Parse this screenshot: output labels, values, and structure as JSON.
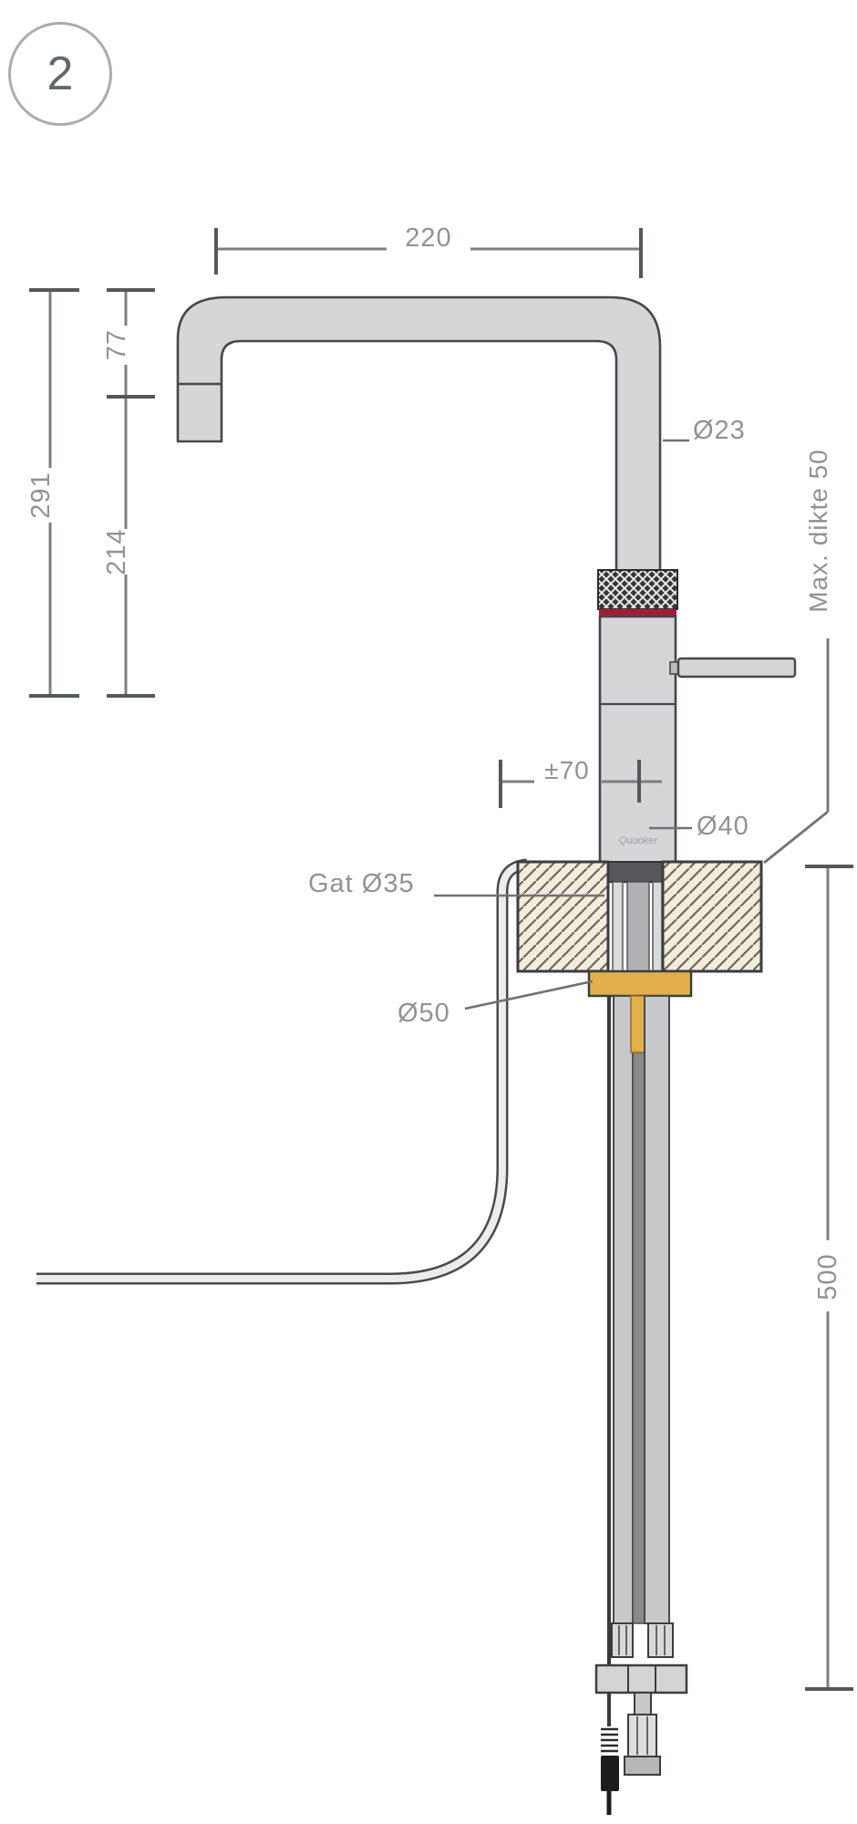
{
  "badge": {
    "step_number": "2"
  },
  "brand": {
    "logo_text": "Quooker"
  },
  "diagram": {
    "type": "faucet installation dimension drawing",
    "dimensions": {
      "spout_reach": "220",
      "spout_drop": "77",
      "height_above_counter": "291",
      "body_height": "214",
      "spout_tube_diameter": "Ø23",
      "max_counter_thickness": "Max. dikte 50",
      "handle_offset": "±70",
      "body_diameter": "Ø40",
      "hole_diameter": "Gat Ø35",
      "washer_diameter": "Ø50",
      "hose_length_below_counter": "500"
    }
  },
  "colors": {
    "steel_fill": "#d4d6d8",
    "outline": "#45484a",
    "dimension_grey": "#8f9396",
    "red_ring": "#a01e35",
    "brass": "#e2b04a",
    "counter_cream": "#f2ecdc",
    "hatch_line": "#6e6759",
    "cable_black": "#1c1c1e"
  }
}
